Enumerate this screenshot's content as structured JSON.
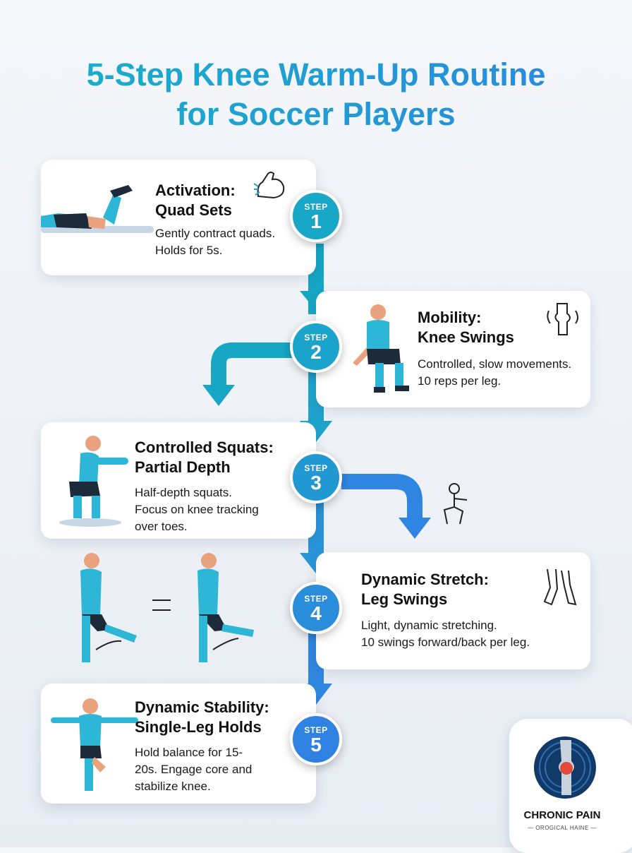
{
  "title": {
    "line1": "5-Step Knee Warm-Up Routine",
    "line2": "for Soccer Players"
  },
  "colors": {
    "accent_teal": "#17b3c7",
    "accent_blue": "#2a86e0",
    "jersey": "#2eb6d6",
    "shorts": "#1d2a3a"
  },
  "steps": [
    {
      "badge_label": "STEP",
      "number": "1",
      "heading_line1": "Activation:",
      "heading_line2": "Quad Sets",
      "desc_line1": "Gently contract quads.",
      "desc_line2": "Holds for 5s.",
      "icon": "flexed-arm-icon"
    },
    {
      "badge_label": "STEP",
      "number": "2",
      "heading_line1": "Mobility:",
      "heading_line2": "Knee Swings",
      "desc_line1": "Controlled, slow movements.",
      "desc_line2": "10 reps per leg.",
      "icon": "knee-joint-icon"
    },
    {
      "badge_label": "STEP",
      "number": "3",
      "heading_line1": "Controlled Squats:",
      "heading_line2": "Partial Depth",
      "desc_line1": "Half-depth squats.",
      "desc_line2": "Focus on knee tracking",
      "desc_line3": "over toes.",
      "icon": "squat-icon"
    },
    {
      "badge_label": "STEP",
      "number": "4",
      "heading_line1": "Dynamic Stretch:",
      "heading_line2": "Leg Swings",
      "desc_line1": "Light, dynamic stretching.",
      "desc_line2": "10 swings forward/back per leg.",
      "icon": "legs-icon"
    },
    {
      "badge_label": "STEP",
      "number": "5",
      "heading_line1": "Dynamic Stability:",
      "heading_line2": "Single-Leg Holds",
      "desc_line1": "Hold balance for 15-",
      "desc_line2": "20s. Engage core and",
      "desc_line3": "stabilize knee.",
      "icon": "balance-icon"
    }
  ],
  "logo": {
    "name": "CHRONIC PAIN",
    "tagline": "— OROGICAL HAINE —"
  }
}
